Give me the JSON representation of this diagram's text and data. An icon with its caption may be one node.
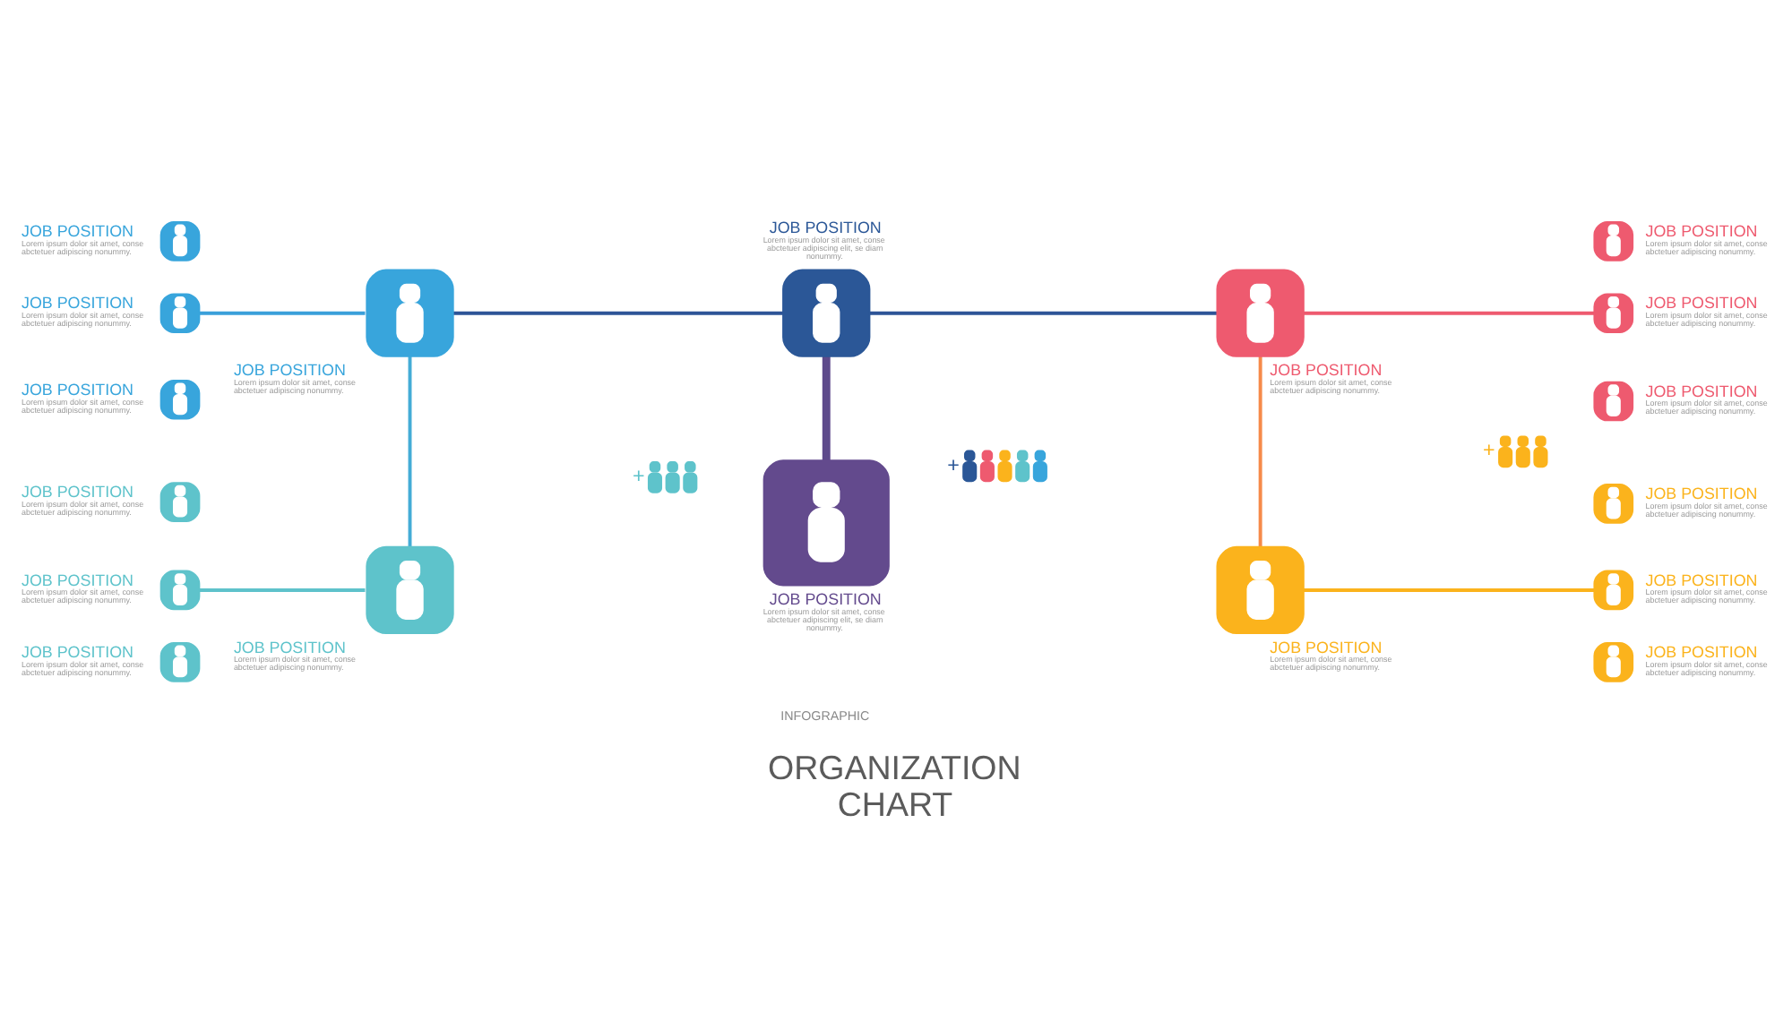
{
  "diagram": {
    "title": "ORGANIZATION CHART",
    "nodes": [
      {
        "text": [
          "JOB POSITION",
          "Lorem ipsum dolor sit amet, conse abctetuer adipiscing elit, se diam nonummy."
        ]
      },
      {
        "text": [
          "JOB POSITION",
          "Lorem ipsum dolor sit amet, conse abctetuer adipiscing nonummy."
        ]
      },
      {
        "text": [
          "JOB POSITION",
          "Lorem ipsum dolor sit amet, conse abctetuer adipiscing nonummy."
        ]
      },
      {
        "text": [
          "JOB POSITION",
          "Lorem ipsum dolor sit amet, conse abctetuer adipiscing elit, se diam nonummy."
        ]
      },
      {
        "text": [
          "JOB POSITION",
          "Lorem ipsum dolor sit amet, conse abctetuer adipiscing nonummy."
        ]
      },
      {
        "text": [
          "JOB POSITION",
          "Lorem ipsum dolor sit amet, conse abctetuer adipiscing nonummy."
        ]
      },
      {
        "text": [
          "JOB POSITION",
          "Lorem ipsum dolor sit amet, conse abctetuer adipiscing nonummy."
        ]
      },
      {
        "text": [
          "JOB POSITION",
          "Lorem ipsum dolor sit amet, conse abctetuer adipiscing nonummy."
        ]
      },
      {
        "text": [
          "JOB POSITION",
          "Lorem ipsum dolor sit amet, conse abctetuer adipiscing nonummy."
        ]
      },
      {
        "text": [
          "JOB POSITION",
          "Lorem ipsum dolor sit amet, conse abctetuer adipiscing nonummy."
        ]
      },
      {
        "text": [
          "JOB POSITION",
          "Lorem ipsum dolor sit amet, conse abctetuer adipiscing nonummy."
        ]
      },
      {
        "text": [
          "JOB POSITION",
          "Lorem ipsum dolor sit amet, conse abctetuer adipiscing nonummy."
        ]
      },
      {
        "text": [
          "JOB POSITION",
          "Lorem ipsum dolor sit amet, conse abctetuer adipiscing nonummy."
        ]
      },
      {
        "text": [
          "JOB POSITION",
          "Lorem ipsum dolor sit amet, conse abctetuer adipiscing nonummy."
        ]
      },
      {
        "text": [
          "JOB POSITION",
          "Lorem ipsum dolor sit amet, conse abctetuer adipiscing nonummy."
        ]
      },
      {
        "text": [
          "JOB POSITION",
          "Lorem ipsum dolor sit amet, conse abctetuer adipiscing nonummy."
        ]
      },
      {
        "text": [
          "JOB POSITION",
          "Lorem ipsum dolor sit amet, conse abctetuer adipiscing nonummy."
        ]
      },
      {
        "text": [
          "JOB POSITION",
          "Lorem ipsum dolor sit amet, conse abctetuer adipiscing nonummy."
        ]
      }
    ],
    "edges": [
      {
        "from": 7,
        "to": 1,
        "arrow": "none",
        "color": "#3aa0da"
      },
      {
        "from": 1,
        "to": 0,
        "arrow": "none",
        "color": "#2d5497"
      },
      {
        "from": 0,
        "to": 2,
        "arrow": "none",
        "color": "#2d5497"
      },
      {
        "from": 2,
        "to": 10,
        "arrow": "none",
        "color": "#ee5a6f"
      },
      {
        "from": 1,
        "to": 4,
        "arrow": "none",
        "color": "#44acd6"
      },
      {
        "from": 0,
        "to": 3,
        "arrow": "none",
        "style": "thick",
        "color": "#5e4a8b"
      },
      {
        "from": 2,
        "to": 5,
        "arrow": "none",
        "color": "#f68a4a"
      },
      {
        "from": 13,
        "to": 4,
        "arrow": "none",
        "color": "#5ec2cb"
      },
      {
        "from": 5,
        "to": 16,
        "arrow": "none",
        "color": "#fbb31c"
      }
    ],
    "labels": [
      "+",
      "+",
      "+",
      "INFOGRAPHIC"
    ]
  }
}
